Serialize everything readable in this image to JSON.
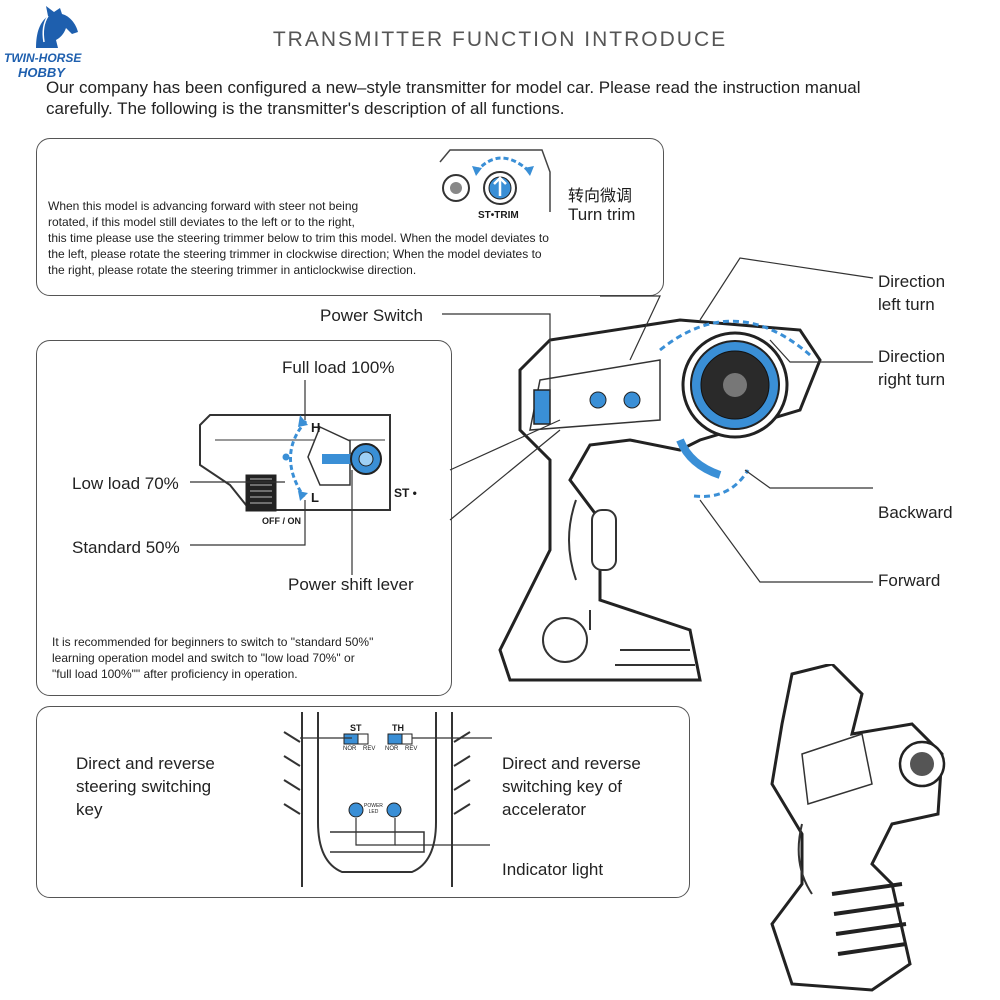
{
  "logo": {
    "line1": "TWIN-HORSE",
    "line2": "HOBBY",
    "color": "#1e5fae"
  },
  "header": {
    "title": "TRANSMITTER FUNCTION INTRODUCE",
    "intro_line1": "Our company has been configured a new–style transmitter for model car. Please read the instruction manual",
    "intro_line2": "carefully. The following is the transmitter's description of all functions."
  },
  "trim_box": {
    "line1": "When this model is advancing forward with steer not being",
    "line2": "rotated, if this model still deviates to the left or to the right,",
    "line3": "this time please use the steering trimmer below to trim this model. When the model deviates to",
    "line4": "the left, please rotate the steering trimmer in clockwise direction; When the model deviates to",
    "line5": "the right, please rotate the steering trimmer in anticlockwise direction.",
    "zh_label": "转向微调",
    "en_label": "Turn trim",
    "knob_label": "ST•TRIM"
  },
  "labels": {
    "power_switch": "Power Switch",
    "direction_left": [
      "Direction",
      "left turn"
    ],
    "direction_right": [
      "Direction",
      "right turn"
    ],
    "backward": "Backward",
    "forward": "Forward"
  },
  "load_box": {
    "full_load": "Full load 100%",
    "low_load": "Low load 70%",
    "standard": "Standard 50%",
    "lever": "Power shift lever",
    "h": "H",
    "l": "L",
    "off_on": "OFF / ON",
    "st": "ST •",
    "note_line1": "It is recommended for beginners to switch to \"standard 50%\"",
    "note_line2": "learning operation model and switch to \"low load 70%\" or",
    "note_line3": "\"full load 100%\"\" after proficiency in operation."
  },
  "bottom_box": {
    "steer_key": [
      "Direct and reverse",
      "steering switching",
      "key"
    ],
    "accel_key": [
      "Direct and reverse",
      "switching key of",
      "accelerator"
    ],
    "indicator": "Indicator light",
    "st": "ST",
    "th": "TH",
    "nor": "NOR",
    "rev": "REV",
    "power_led": [
      "POWER",
      "LED"
    ]
  },
  "colors": {
    "accent": "#3a8fd6",
    "line": "#333333",
    "box_border": "#555555"
  }
}
